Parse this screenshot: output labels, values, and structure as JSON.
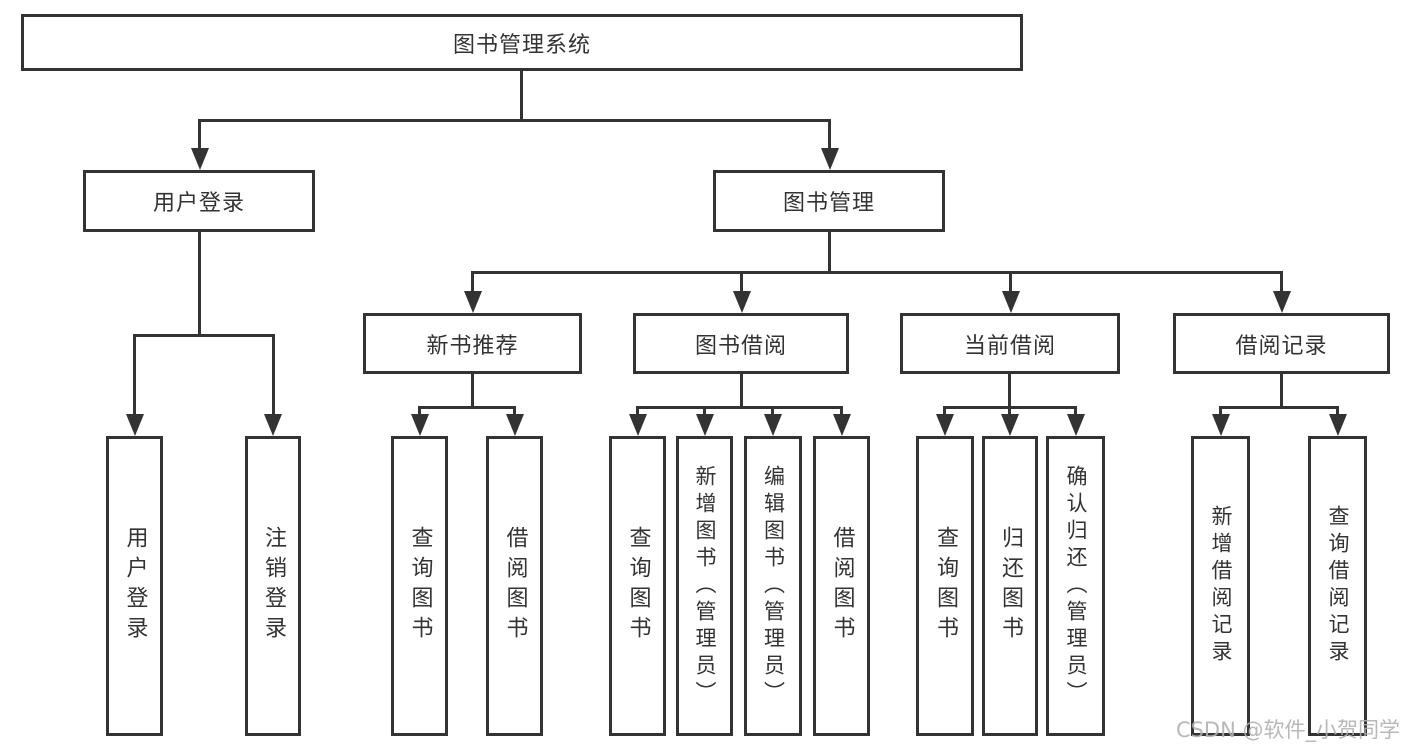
{
  "diagram_title": "图书管理系统",
  "nodes": {
    "root": "图书管理系统",
    "user_login": "用户登录",
    "book_mgmt": "图书管理",
    "new_book_rec": "新书推荐",
    "book_borrow": "图书借阅",
    "current_borrow": "当前借阅",
    "borrow_records": "借阅记录",
    "ul_login": "用户登录",
    "ul_logout": "注销登录",
    "nbr_query": "查询图书",
    "nbr_borrow": "借阅图书",
    "bb_query": "查询图书",
    "bb_add": "新增图书（管理员）",
    "bb_edit": "编辑图书（管理员）",
    "bb_borrow": "借阅图书",
    "cb_query": "查询图书",
    "cb_return": "归还图书",
    "cb_confirm": "确认归还（管理员）",
    "br_add": "新增借阅记录",
    "br_query": "查询借阅记录"
  },
  "watermark": "CSDN @软件_小贺同学",
  "colors": {
    "line": "#333333",
    "text": "#333333",
    "background": "#ffffff",
    "watermark": "#b0b0b0"
  }
}
